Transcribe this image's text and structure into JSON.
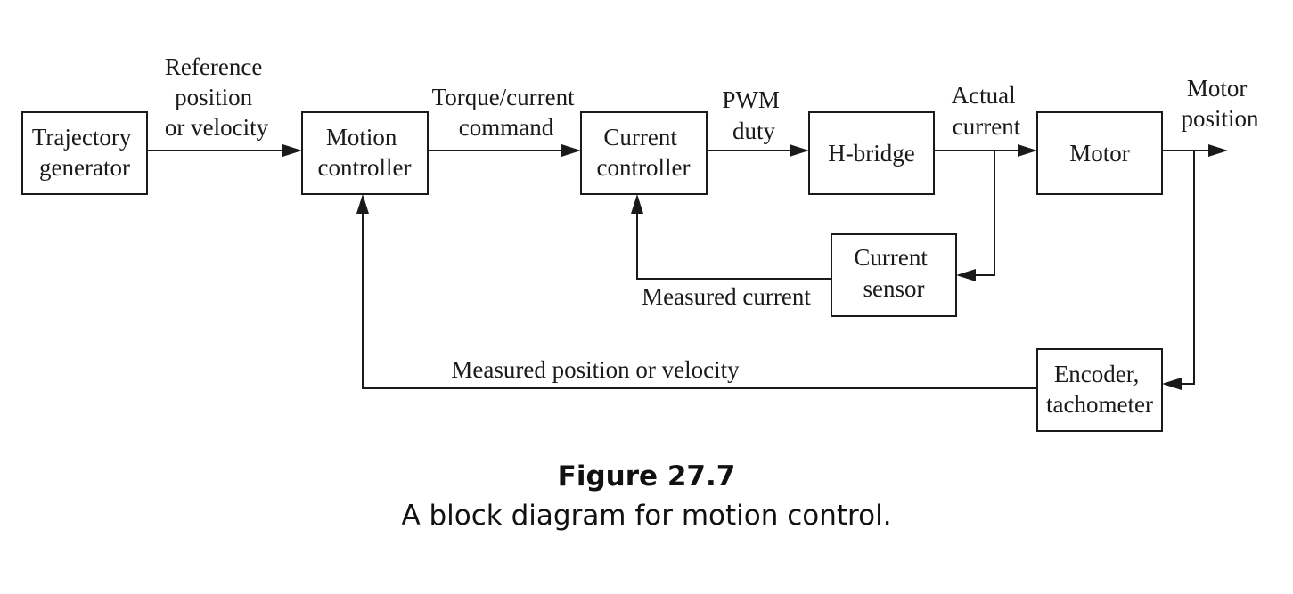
{
  "blocks": {
    "trajectory_generator": [
      "Trajectory",
      "generator"
    ],
    "motion_controller": [
      "Motion",
      "controller"
    ],
    "current_controller": [
      "Current",
      "controller"
    ],
    "h_bridge": [
      "H-bridge"
    ],
    "motor": [
      "Motor"
    ],
    "current_sensor": [
      "Current",
      "sensor"
    ],
    "encoder_tachometer": [
      "Encoder,",
      "tachometer"
    ]
  },
  "signals": {
    "reference": [
      "Reference",
      "position",
      "or velocity"
    ],
    "torque_command": [
      "Torque/current",
      "command"
    ],
    "pwm_duty": [
      "PWM",
      "duty"
    ],
    "actual_current": [
      "Actual",
      "current"
    ],
    "motor_position": [
      "Motor",
      "position"
    ],
    "measured_current": [
      "Measured current"
    ],
    "measured_position": [
      "Measured position or velocity"
    ]
  },
  "caption": {
    "number": "Figure 27.7",
    "text": "A block diagram for motion control."
  }
}
